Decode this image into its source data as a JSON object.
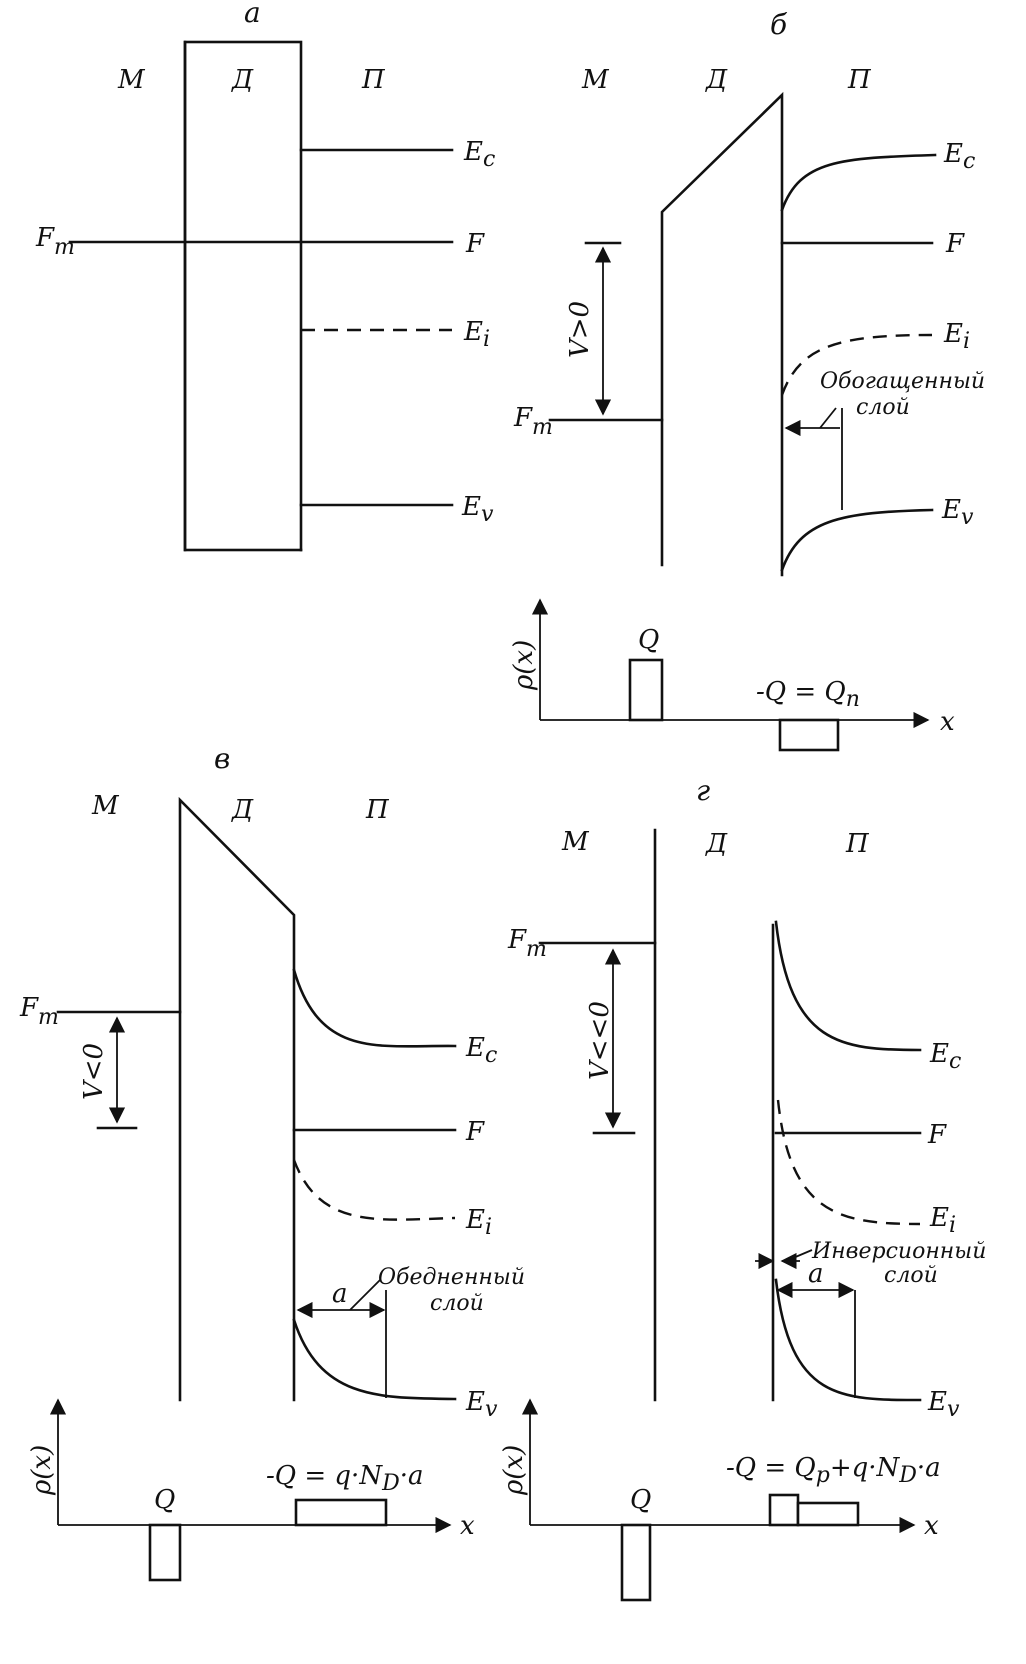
{
  "panels": {
    "a": {
      "letter": "а",
      "regions": [
        "М",
        "Д",
        "П"
      ],
      "levels": {
        "ec": "E",
        "ec_sub": "c",
        "f": "F",
        "ei": "E",
        "ei_sub": "i",
        "ev": "E",
        "ev_sub": "v",
        "fm": "F",
        "fm_sub": "m"
      }
    },
    "b": {
      "letter": "б",
      "regions": [
        "М",
        "Д",
        "П"
      ],
      "levels": {
        "ec": "E",
        "ec_sub": "c",
        "f": "F",
        "ei": "E",
        "ei_sub": "i",
        "ev": "E",
        "ev_sub": "v",
        "fm": "F",
        "fm_sub": "m"
      },
      "voltage": "V>0",
      "layer_line1": "Обогащенный",
      "layer_line2": "слой",
      "rho_axis": "ρ(x)",
      "x_axis": "x",
      "charge_q": "Q",
      "charge_neg": "-Q = Q",
      "charge_neg_sub": "n"
    },
    "v": {
      "letter": "в",
      "regions": [
        "М",
        "Д",
        "П"
      ],
      "levels": {
        "ec": "E",
        "ec_sub": "c",
        "f": "F",
        "ei": "E",
        "ei_sub": "i",
        "ev": "E",
        "ev_sub": "v",
        "fm": "F",
        "fm_sub": "m"
      },
      "voltage": "V<0",
      "width": "a",
      "layer_line1": "Обедненный",
      "layer_line2": "слой",
      "rho_axis": "ρ(x)",
      "x_axis": "x",
      "charge_q": "Q",
      "charge_neg": "-Q = q·N",
      "charge_neg_sub": "D",
      "charge_neg_tail": "·a"
    },
    "g": {
      "letter": "г",
      "regions": [
        "М",
        "Д",
        "П"
      ],
      "levels": {
        "ec": "E",
        "ec_sub": "c",
        "f": "F",
        "ei": "E",
        "ei_sub": "i",
        "ev": "E",
        "ev_sub": "v",
        "fm": "F",
        "fm_sub": "m"
      },
      "voltage": "V<<0",
      "width": "a",
      "layer_line1": "Инверсионный",
      "layer_line2": "слой",
      "rho_axis": "ρ(x)",
      "x_axis": "x",
      "charge_q": "Q",
      "charge_neg": "-Q = Q",
      "charge_neg_sub": "p",
      "charge_neg_mid": "+q·N",
      "charge_neg_sub2": "D",
      "charge_neg_tail": "·a"
    }
  }
}
